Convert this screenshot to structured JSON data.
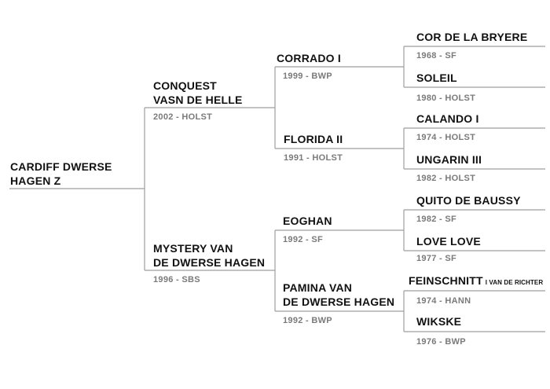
{
  "pedigree": {
    "subject": {
      "name_line1": "CARDIFF DWERSE",
      "name_line2": "HAGEN Z"
    },
    "sire": {
      "name_line1": "CONQUEST",
      "name_line2": "VASN DE HELLE",
      "info": "2002 - HOLST"
    },
    "dam": {
      "name_line1": "MYSTERY VAN",
      "name_line2": "DE DWERSE HAGEN",
      "info": "1996 - SBS"
    },
    "sire_sire": {
      "name": "CORRADO I",
      "info": "1999 - BWP"
    },
    "sire_dam": {
      "name": "FLORIDA II",
      "info": "1991 - HOLST"
    },
    "dam_sire": {
      "name": "EOGHAN",
      "info": "1992 - SF"
    },
    "dam_dam": {
      "name_line1": "PAMINA VAN",
      "name_line2": "DE DWERSE HAGEN",
      "info": "1992 - BWP"
    },
    "ss_sire": {
      "name": "COR DE LA BRYERE",
      "info": "1968 - SF"
    },
    "ss_dam": {
      "name": "SOLEIL",
      "info": "1980 - HOLST"
    },
    "sd_sire": {
      "name": "CALANDO I",
      "info": "1974 - HOLST"
    },
    "sd_dam": {
      "name": "UNGARIN III",
      "info": "1982 - HOLST"
    },
    "ds_sire": {
      "name": "QUITO DE BAUSSY",
      "info": "1982 - SF"
    },
    "ds_dam": {
      "name": "LOVE LOVE",
      "info": "1977 - SF"
    },
    "dd_sire": {
      "name": "FEINSCHNITT",
      "suffix": "I VAN DE RICHTER",
      "info": "1974 - HANN"
    },
    "dd_dam": {
      "name": "WIKSKE",
      "info": "1976 - BWP"
    }
  },
  "colors": {
    "line": "#9e9e9e",
    "name": "#111111",
    "info": "#7a7a7a"
  }
}
